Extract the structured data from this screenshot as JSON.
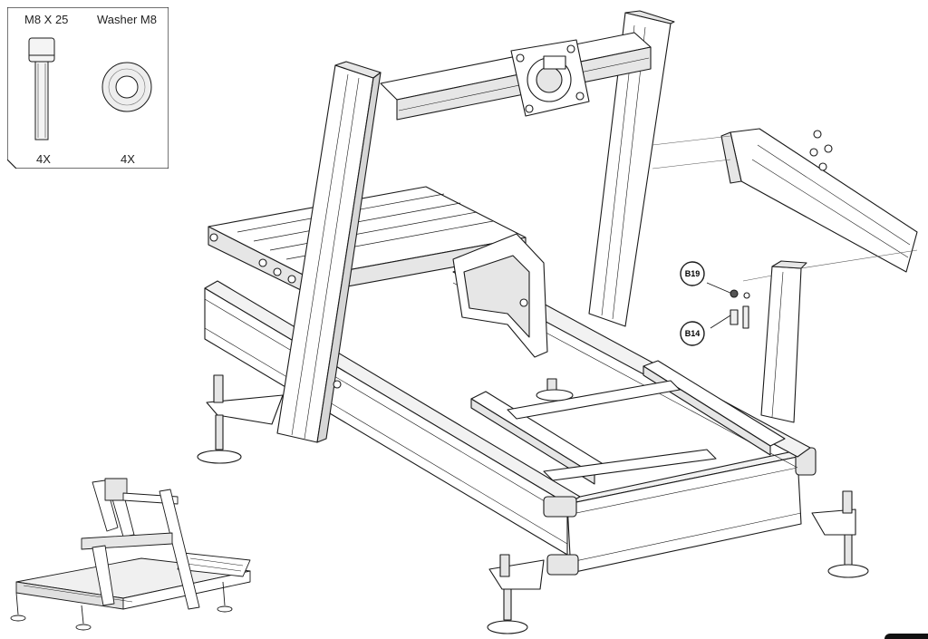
{
  "parts_box": {
    "items": [
      {
        "name": "M8 X 25",
        "quantity": "4X",
        "icon": "cap-screw-icon"
      },
      {
        "name": "Washer M8",
        "quantity": "4X",
        "icon": "washer-icon"
      }
    ]
  },
  "callouts": [
    {
      "id": "B19",
      "icon": "washer-icon"
    },
    {
      "id": "B14",
      "icon": "cap-screw-icon"
    }
  ],
  "colors": {
    "line": "#1a1a1a",
    "face": "#ffffff",
    "shade": "#e6e6e6",
    "dark_shade": "#bdbdbd"
  }
}
